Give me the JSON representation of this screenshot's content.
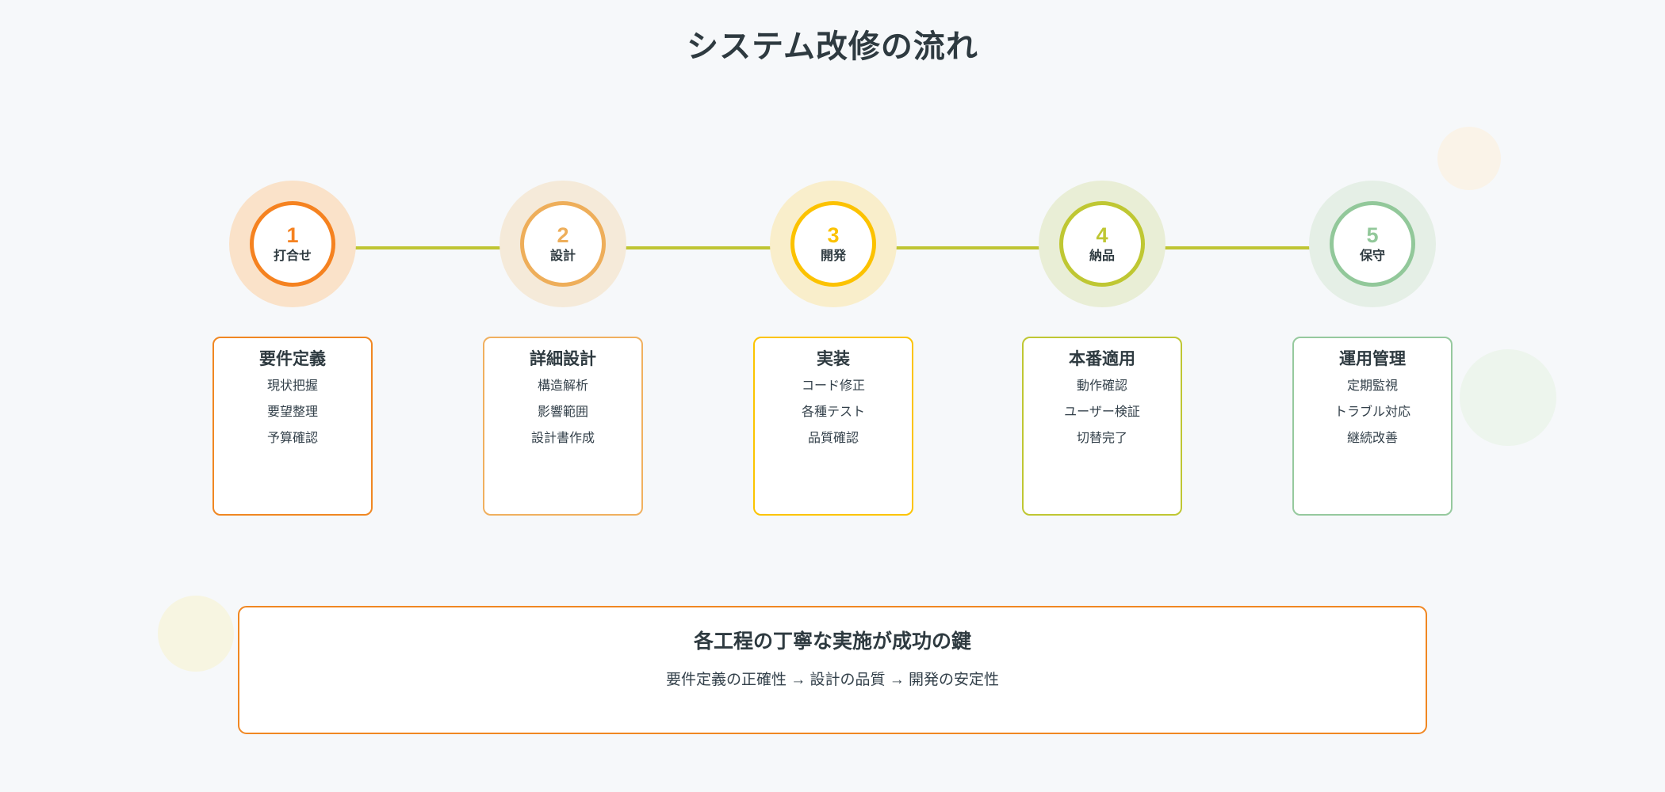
{
  "page": {
    "title": "システム改修の流れ",
    "background_color": "#f6f8fa",
    "title_color": "#2e3a40",
    "connector_color": "#bfc533"
  },
  "steps": [
    {
      "number": "1",
      "label": "打合せ",
      "ring_color": "#f58220",
      "halo_color": "#fae2c9",
      "number_color": "#f58220"
    },
    {
      "number": "2",
      "label": "設計",
      "ring_color": "#eeae5a",
      "halo_color": "#f5ead9",
      "number_color": "#eeae5a"
    },
    {
      "number": "3",
      "label": "開発",
      "ring_color": "#fcc200",
      "halo_color": "#f9eecb",
      "number_color": "#fcc200"
    },
    {
      "number": "4",
      "label": "納品",
      "ring_color": "#bfc733",
      "halo_color": "#e9eed6",
      "number_color": "#bfc733"
    },
    {
      "number": "5",
      "label": "保守",
      "ring_color": "#92c89a",
      "halo_color": "#e5efe6",
      "number_color": "#92c89a"
    }
  ],
  "cards": [
    {
      "title": "要件定義",
      "border_color": "#f08722",
      "items": [
        "現状把握",
        "要望整理",
        "予算確認"
      ]
    },
    {
      "title": "詳細設計",
      "border_color": "#f0b05f",
      "items": [
        "構造解析",
        "影響範囲",
        "設計書作成"
      ]
    },
    {
      "title": "実装",
      "border_color": "#fcc400",
      "items": [
        "コード修正",
        "各種テスト",
        "品質確認"
      ]
    },
    {
      "title": "本番適用",
      "border_color": "#bfc733",
      "items": [
        "動作確認",
        "ユーザー検証",
        "切替完了"
      ]
    },
    {
      "title": "運用管理",
      "border_color": "#96c99e",
      "items": [
        "定期監視",
        "トラブル対応",
        "継続改善"
      ]
    }
  ],
  "banner": {
    "title": "各工程の丁寧な実施が成功の鍵",
    "subtitle": "要件定義の正確性 → 設計の品質 → 開発の安定性",
    "border_color": "#f08722"
  }
}
